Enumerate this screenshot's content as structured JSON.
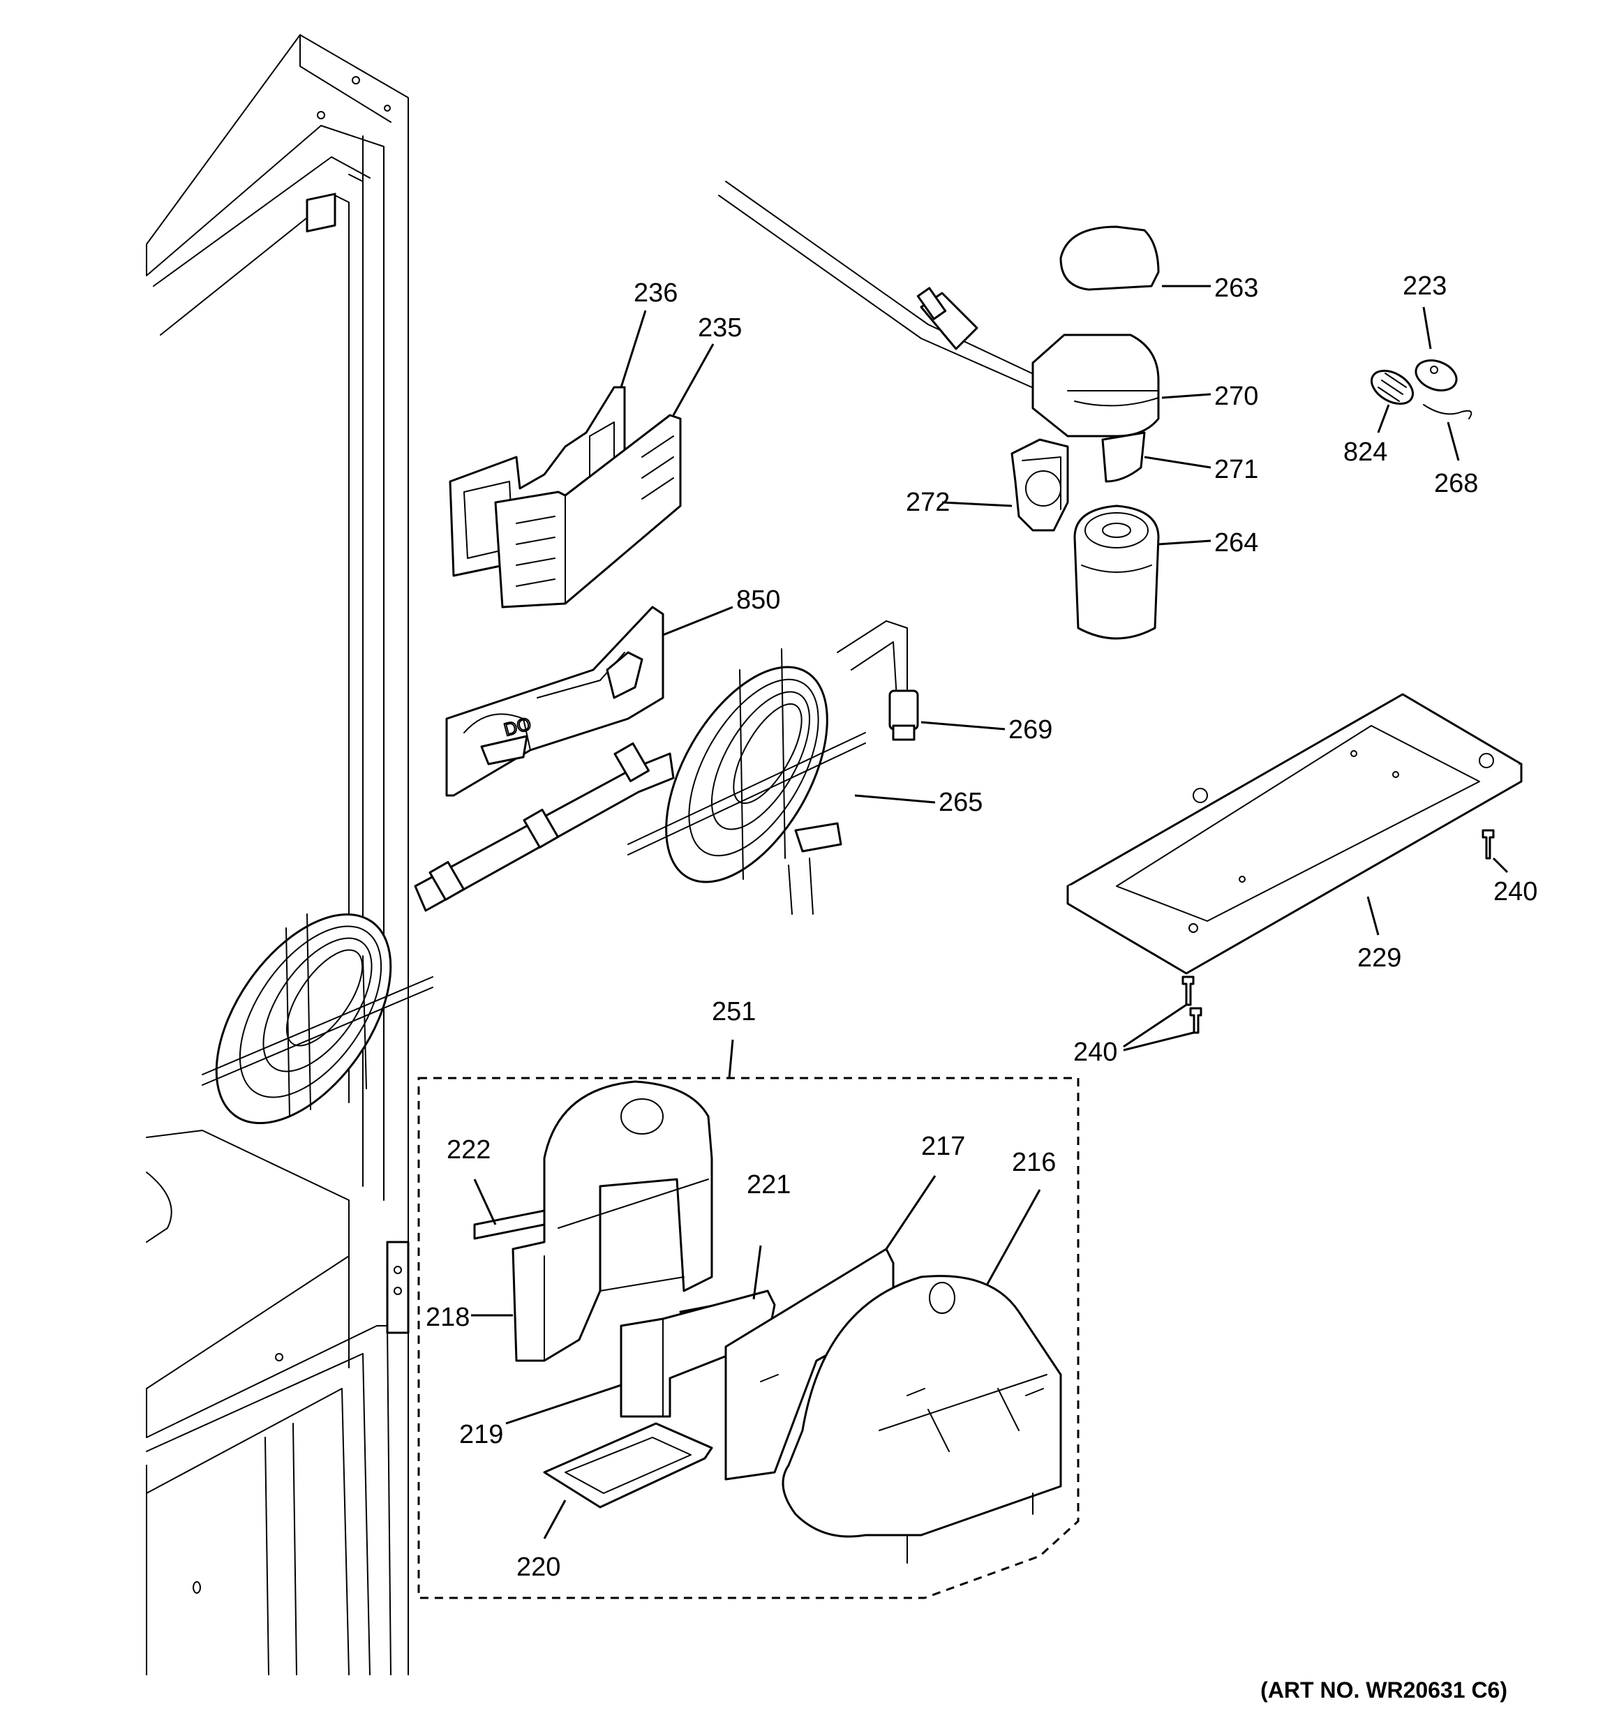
{
  "diagram": {
    "callouts": [
      "236",
      "235",
      "850",
      "263",
      "270",
      "271",
      "272",
      "264",
      "223",
      "824",
      "268",
      "269",
      "265",
      "240",
      "229",
      "240",
      "251",
      "222",
      "221",
      "217",
      "216",
      "218",
      "219",
      "220"
    ],
    "art_number": "(ART NO. WR20631 C6)"
  }
}
